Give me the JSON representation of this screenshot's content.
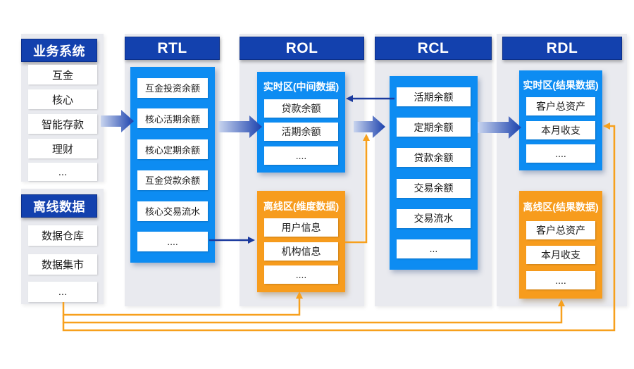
{
  "palette": {
    "header_blue": "#1341ae",
    "bright_blue": "#0d8cf2",
    "orange": "#f79c1d",
    "panel_gray": "#e9eaef",
    "navy_arrow": "#1b3a9e",
    "arrow_gradient_start": "#c9d5ef",
    "arrow_gradient_end": "#1b41ad",
    "text": "#1a1a1a"
  },
  "source": {
    "business": {
      "title": "业务系统",
      "items": [
        "互金",
        "核心",
        "智能存款",
        "理财",
        "..."
      ]
    },
    "offline": {
      "title": "离线数据",
      "items": [
        "数据仓库",
        "数据集市",
        "..."
      ]
    }
  },
  "rtl": {
    "title": "RTL",
    "items": [
      "互金投资余额",
      "核心活期余额",
      "核心定期余额",
      "互金贷款余额",
      "核心交易流水",
      "...."
    ]
  },
  "rol": {
    "title": "ROL",
    "realtime": {
      "title": "实时区(中间数据)",
      "items": [
        "贷款余额",
        "活期余额",
        "...."
      ]
    },
    "offline": {
      "title": "离线区(维度数据)",
      "items": [
        "用户信息",
        "机构信息",
        "...."
      ]
    }
  },
  "rcl": {
    "title": "RCL",
    "items": [
      "活期余额",
      "定期余额",
      "贷款余额",
      "交易余额",
      "交易流水",
      "..."
    ]
  },
  "rdl": {
    "title": "RDL",
    "realtime": {
      "title": "实时区(结果数据)",
      "items": [
        "客户总资产",
        "本月收支",
        "...."
      ]
    },
    "offline": {
      "title": "离线区(结果数据)",
      "items": [
        "客户总资产",
        "本月收支",
        "...."
      ]
    }
  }
}
